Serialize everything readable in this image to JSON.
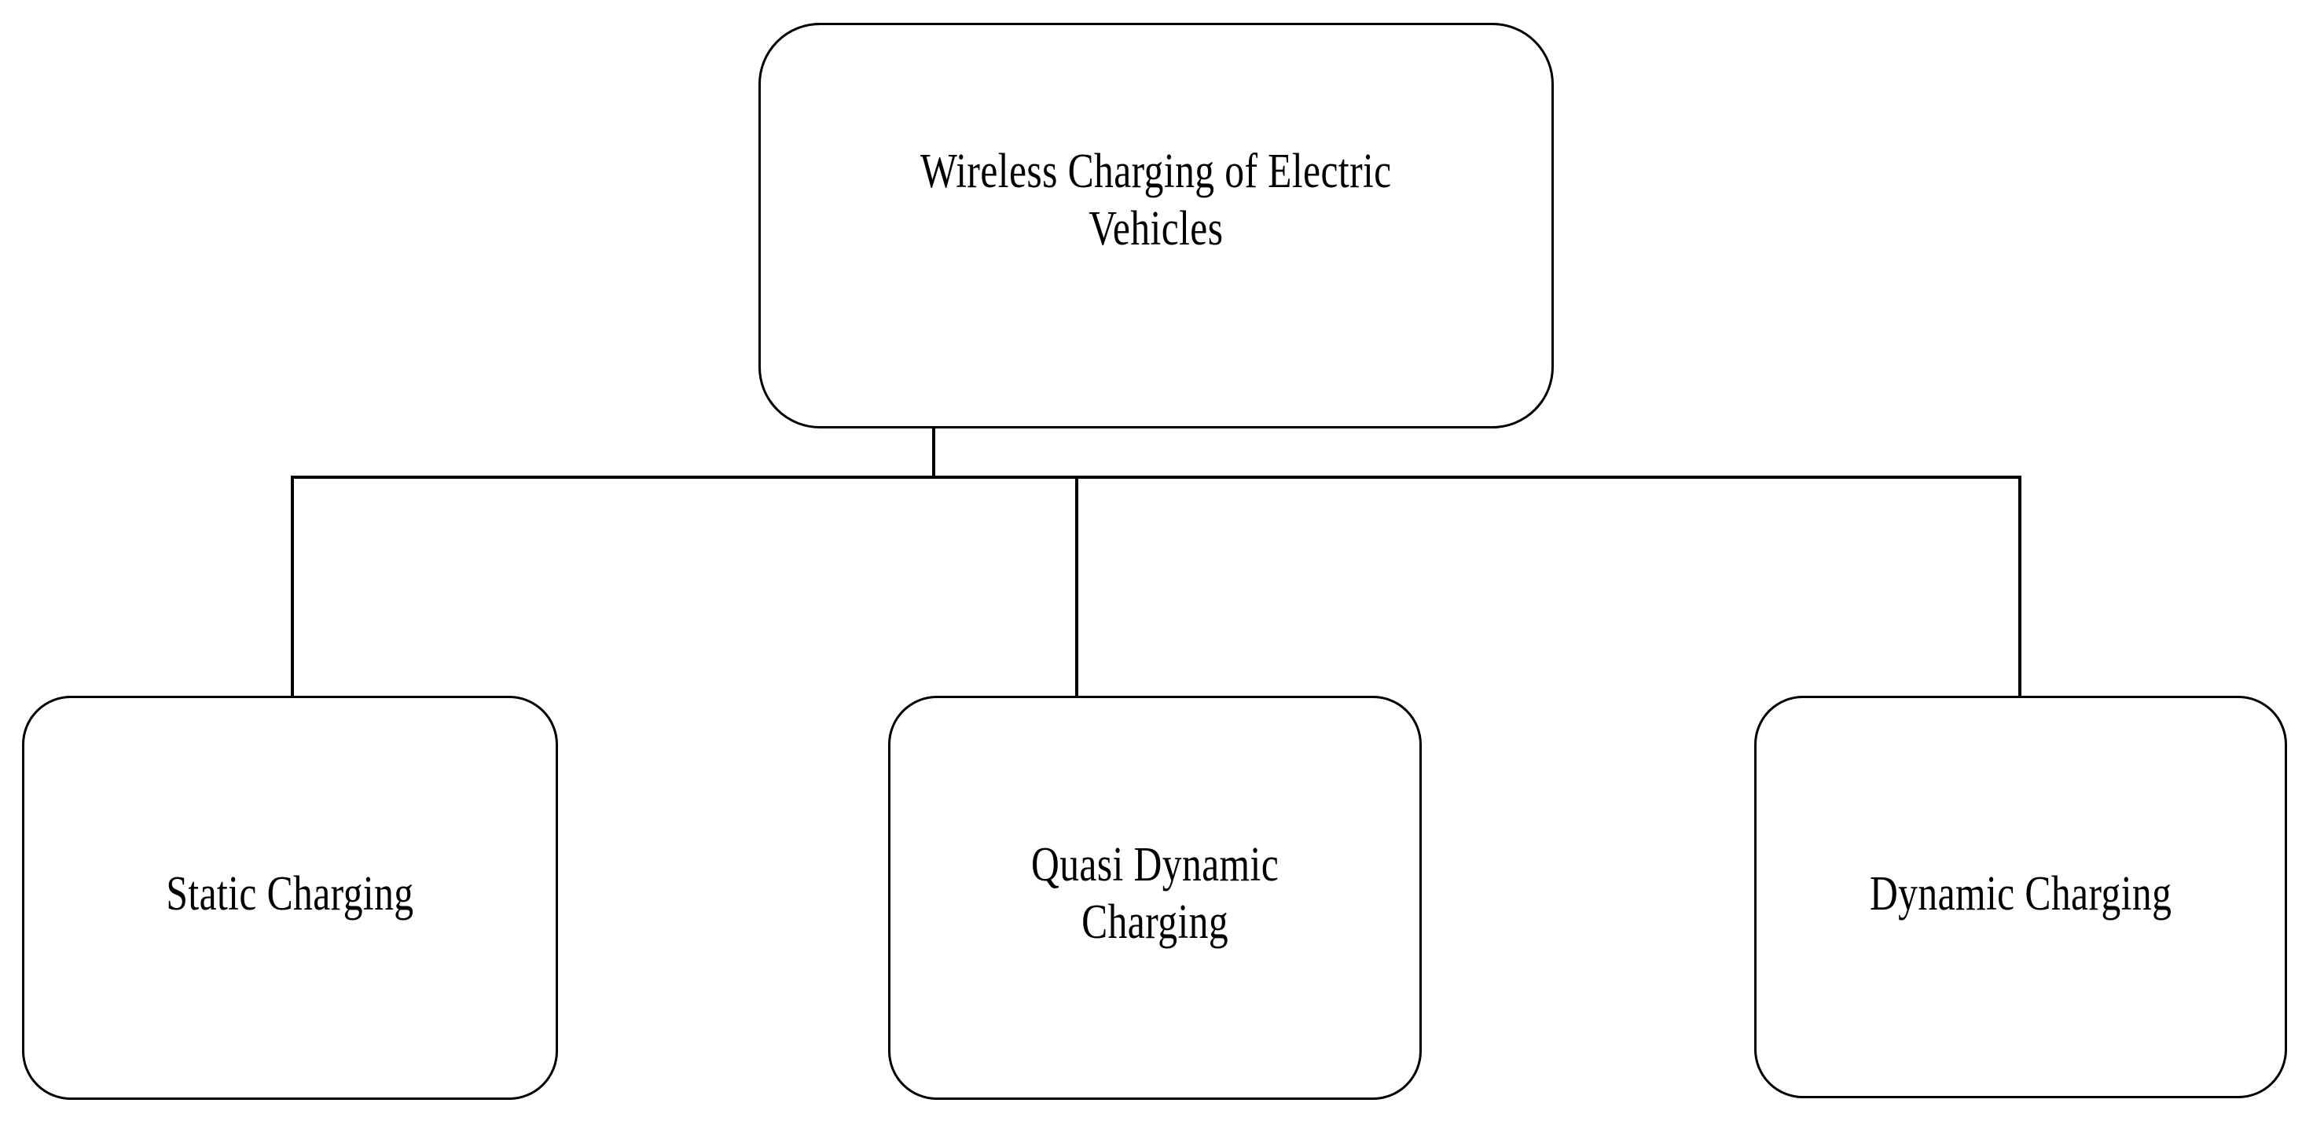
{
  "diagram": {
    "title": "Wireless Charging of Electric Vehicles",
    "type": "hierarchy-tree",
    "background_color": "#ffffff",
    "line_color": "#000000",
    "text_color": "#000000",
    "root": {
      "label": "Wireless Charging of Electric\nVehicles"
    },
    "children": [
      {
        "label": "Static Charging"
      },
      {
        "label": "Quasi Dynamic\nCharging"
      },
      {
        "label": "Dynamic Charging"
      }
    ]
  }
}
